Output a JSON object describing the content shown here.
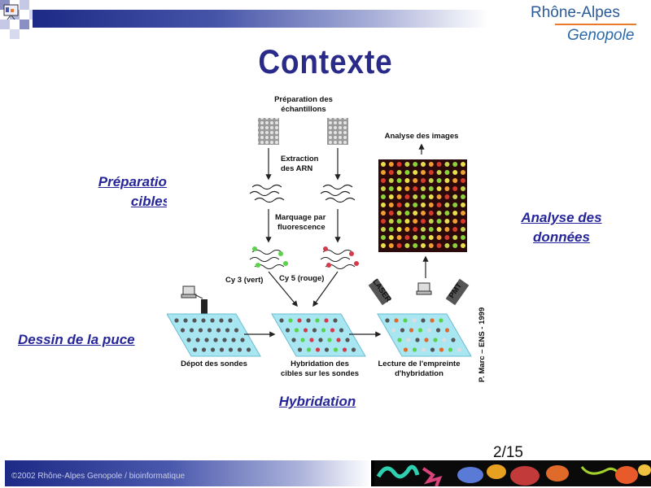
{
  "header": {
    "brand_top": "Rhône-Alpes",
    "brand_bottom": "Genopole",
    "accent_color": "#e87a2a",
    "bar_color": "#1d2a86"
  },
  "slide": {
    "title": "Contexte",
    "labels": {
      "preparation": "Préparation des cibles",
      "analyse": "Analyse des données",
      "dessin": "Dessin de la puce",
      "hybridation": "Hybridation"
    },
    "page": "2/15"
  },
  "figure": {
    "prep_echantillons": [
      "Préparation des",
      "échantillons"
    ],
    "extraction": [
      "Extraction",
      "des ARN"
    ],
    "marquage": [
      "Marquage par",
      "fluorescence"
    ],
    "cy3": "Cy 3 (vert)",
    "cy5": "Cy 5 (rouge)",
    "analyse_images": "Analyse des images",
    "depot": "Dépot des sondes",
    "hybridation": [
      "Hybridation des",
      "cibles sur les sondes"
    ],
    "lecture": [
      "Lecture de l'empreinte",
      "d'hybridation"
    ],
    "laser": "LASER",
    "pmt": "PMT",
    "credit": "P. Marc – ENS - 1999"
  },
  "footer": {
    "text": "©2002 Rhône-Alpes Genopole / bioinformatique"
  }
}
